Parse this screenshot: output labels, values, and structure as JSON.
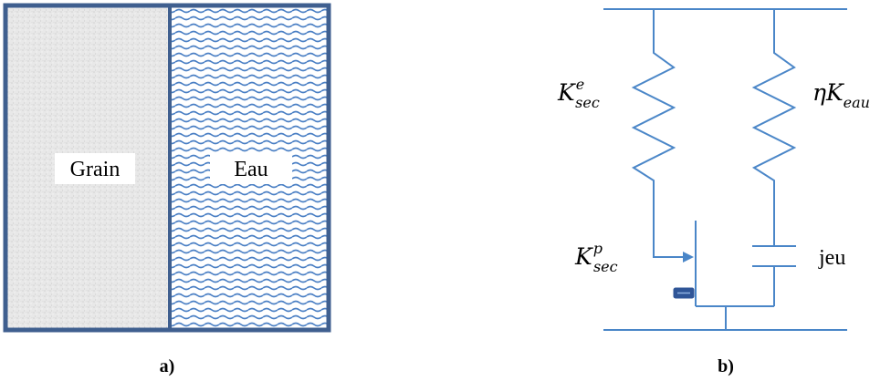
{
  "panel_a": {
    "grain_label": "Grain",
    "water_label": "Eau",
    "caption": "a)",
    "colors": {
      "border": "#3f5f8f",
      "water_wave": "#4a7fc4",
      "grain_fill": "#e6e6e6"
    }
  },
  "panel_b": {
    "caption": "b)",
    "spring_elastic": {
      "symbol": "K",
      "sup": "e",
      "sub": "sec"
    },
    "spring_water": {
      "prefix": "η",
      "symbol": "K",
      "sub": "eau"
    },
    "plastic_slider": {
      "symbol": "K",
      "sup": "p",
      "sub": "sec"
    },
    "gap_label": "jeu",
    "colors": {
      "line": "#4a86c8",
      "slider_block": "#2f5597"
    }
  }
}
